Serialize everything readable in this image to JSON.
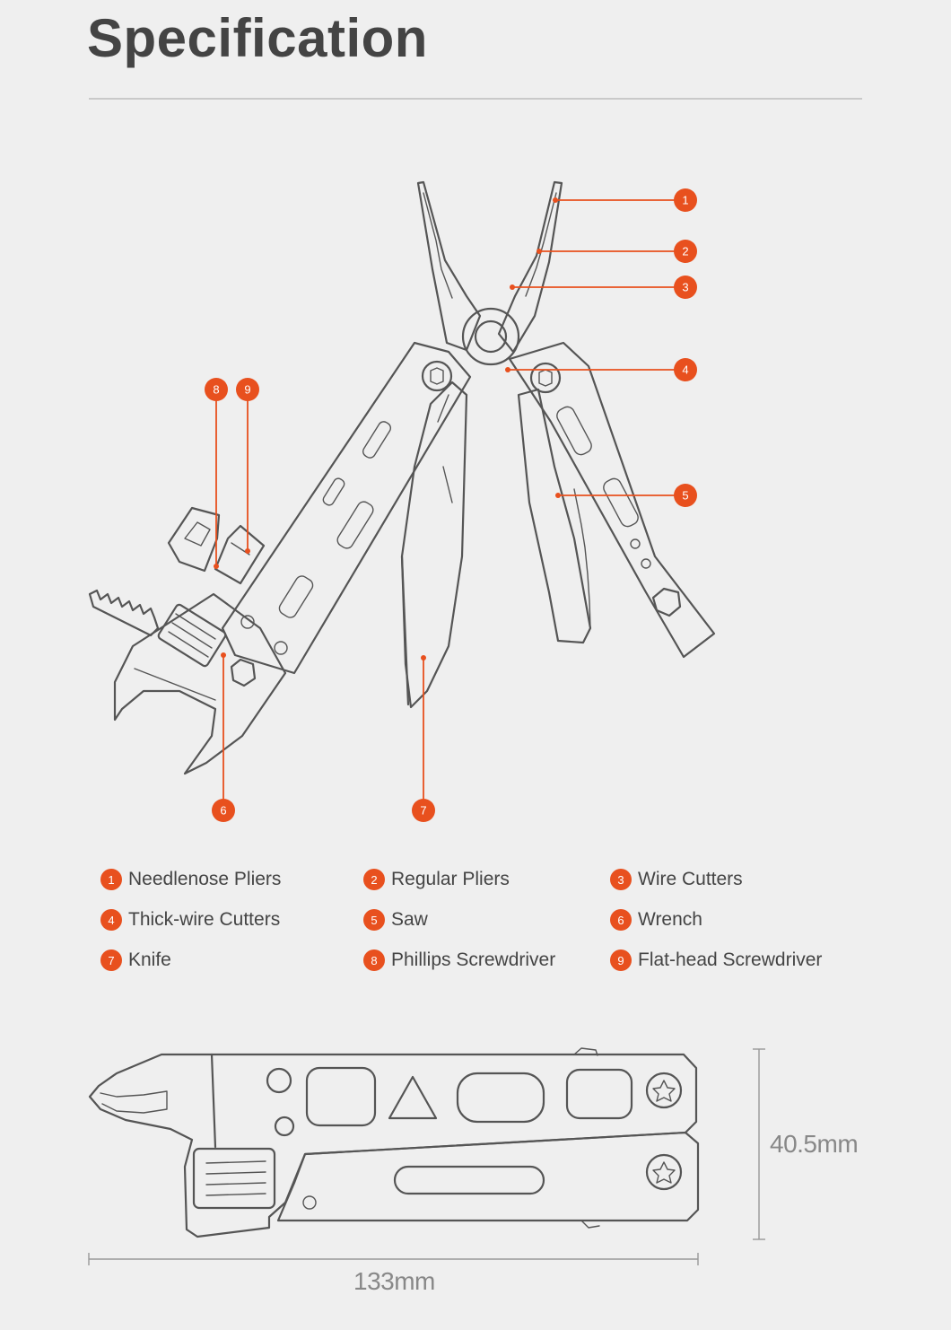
{
  "page": {
    "title": "Specification"
  },
  "callouts": [
    {
      "number": "1",
      "label": "Needlenose Pliers"
    },
    {
      "number": "2",
      "label": "Regular Pliers"
    },
    {
      "number": "3",
      "label": "Wire Cutters"
    },
    {
      "number": "4",
      "label": "Thick-wire Cutters"
    },
    {
      "number": "5",
      "label": "Saw"
    },
    {
      "number": "6",
      "label": "Wrench"
    },
    {
      "number": "7",
      "label": "Knife"
    },
    {
      "number": "8",
      "label": "Phillips Screwdriver"
    },
    {
      "number": "9",
      "label": "Flat-head Screwdriver"
    }
  ],
  "dimensions": {
    "length": "133mm",
    "height": "40.5mm"
  },
  "colors": {
    "accent": "#e8501e",
    "line": "#555555",
    "background": "#efefef"
  }
}
